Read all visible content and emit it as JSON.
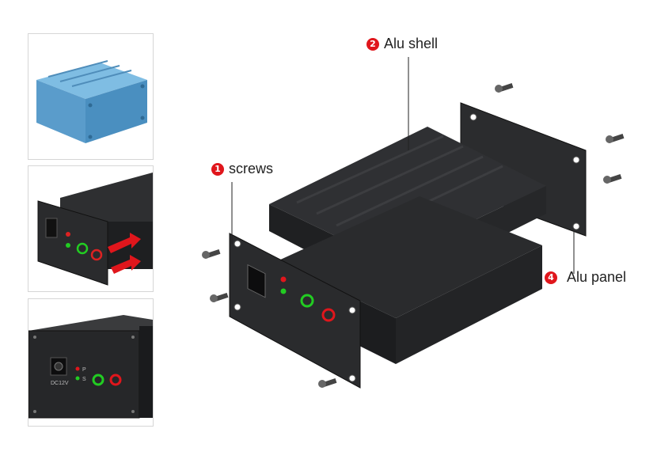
{
  "callouts": [
    {
      "number": "2",
      "label": "Alu shell"
    },
    {
      "number": "1",
      "label": "screws"
    },
    {
      "number": "4",
      "label": "Alu panel"
    }
  ],
  "panel_labels": {
    "power": "DC12V",
    "led_p": "P",
    "led_s": "S"
  },
  "colors": {
    "badge": "#e0161c",
    "enclosure_dark": "#2a2b2d",
    "enclosure_blue": "#5fa3cf",
    "arrow": "#e0161c"
  }
}
